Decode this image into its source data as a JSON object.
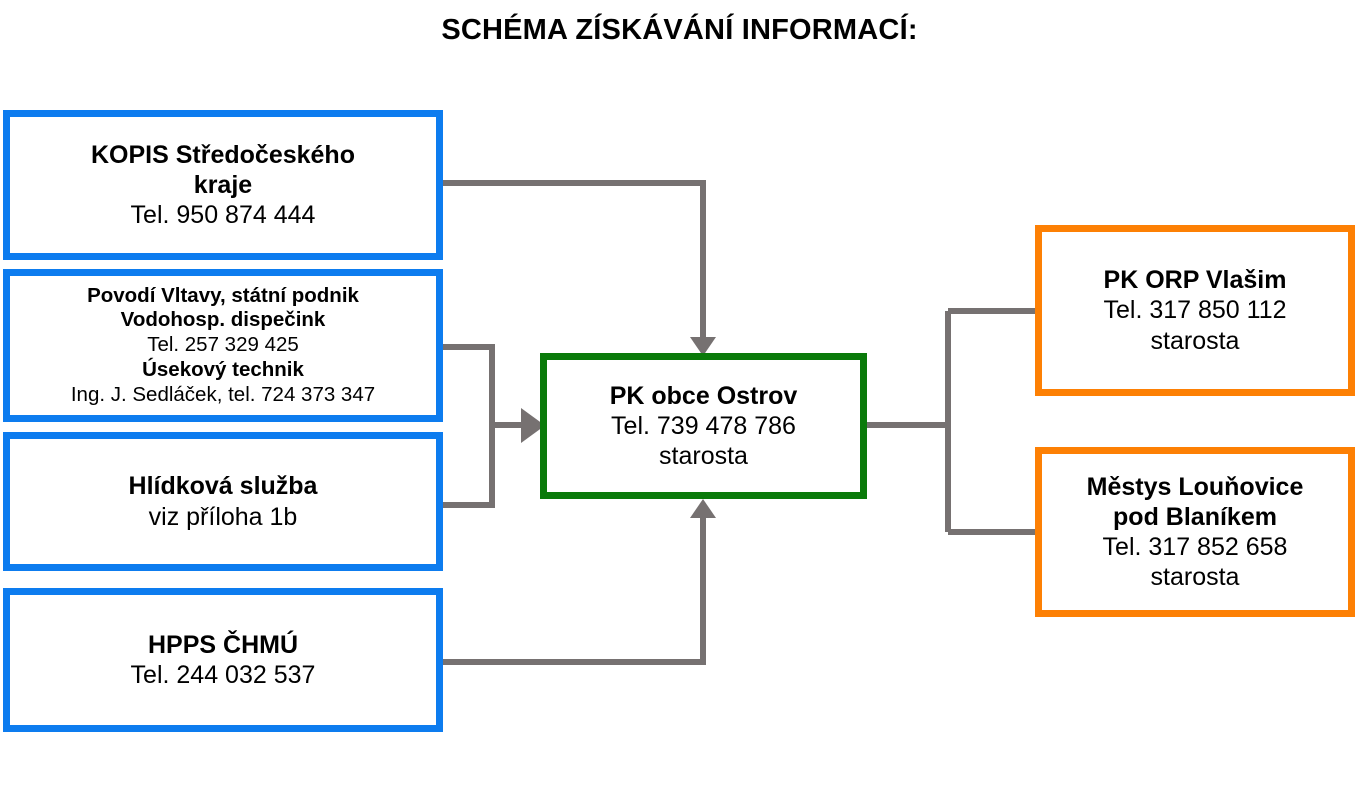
{
  "diagram": {
    "title": "SCHÉMA ZÍSKÁVÁNÍ INFORMACÍ:",
    "colors": {
      "source_border": "#0d7cef",
      "center_border": "#0a7a0a",
      "target_border": "#fd8004",
      "connector": "#767171",
      "text": "#000000",
      "background": "#ffffff"
    },
    "nodes": {
      "kopis": {
        "lines": [
          {
            "text": "KOPIS Středočeského",
            "bold": true
          },
          {
            "text": "kraje",
            "bold": true
          },
          {
            "text": "Tel. 950 874 444",
            "bold": false
          }
        ]
      },
      "povodi": {
        "lines": [
          {
            "text": "Povodí Vltavy, státní podnik",
            "bold": true
          },
          {
            "text": "Vodohosp. dispečink",
            "bold": true
          },
          {
            "text": "Tel. 257 329 425",
            "bold": false
          },
          {
            "text": "Úsekový technik",
            "bold": true
          },
          {
            "text": "Ing. J. Sedláček, tel. 724 373 347",
            "bold": false
          }
        ]
      },
      "hlidkova": {
        "lines": [
          {
            "text": "Hlídková služba",
            "bold": true
          },
          {
            "text": "viz příloha 1b",
            "bold": false
          }
        ]
      },
      "hpps": {
        "lines": [
          {
            "text": "HPPS ČHMÚ",
            "bold": true
          },
          {
            "text": "Tel. 244 032 537",
            "bold": false
          }
        ]
      },
      "pk_ostrov": {
        "lines": [
          {
            "text": "PK obce Ostrov",
            "bold": true
          },
          {
            "text": "Tel. 739 478 786",
            "bold": false
          },
          {
            "text": "starosta",
            "bold": false
          }
        ]
      },
      "orp_vlasim": {
        "lines": [
          {
            "text": "PK ORP Vlašim",
            "bold": true
          },
          {
            "text": "Tel. 317 850 112",
            "bold": false
          },
          {
            "text": "starosta",
            "bold": false
          }
        ]
      },
      "mestys": {
        "lines": [
          {
            "text": "Městys Louňovice",
            "bold": true
          },
          {
            "text": "pod Blaníkem",
            "bold": true
          },
          {
            "text": "Tel. 317 852 658",
            "bold": false
          },
          {
            "text": "starosta",
            "bold": false
          }
        ]
      }
    },
    "edges": [
      {
        "from": "kopis",
        "to": "pk_ostrov",
        "arrow": true
      },
      {
        "from": "povodi",
        "to": "pk_ostrov",
        "arrow": true
      },
      {
        "from": "hlidkova",
        "to": "pk_ostrov",
        "arrow": true
      },
      {
        "from": "hpps",
        "to": "pk_ostrov",
        "arrow": true
      },
      {
        "from": "pk_ostrov",
        "to": "orp_vlasim",
        "arrow": false
      },
      {
        "from": "pk_ostrov",
        "to": "mestys",
        "arrow": false
      }
    ]
  }
}
